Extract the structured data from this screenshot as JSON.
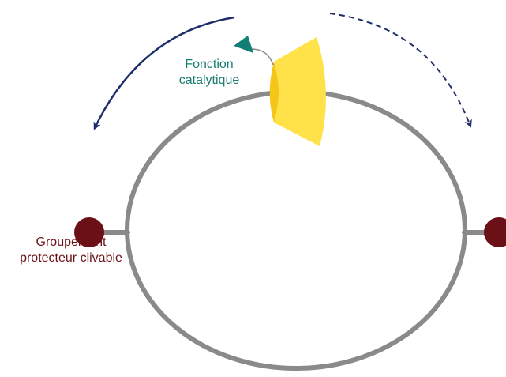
{
  "labels": {
    "catalytic_line1": "Fonction",
    "catalytic_line2": "catalytique",
    "protective_line1": "Groupement",
    "protective_line2": "protecteur clivable"
  },
  "colors": {
    "ring": "#8a8a8a",
    "arrow": "#1f2e6b",
    "catalyst_body": "#ffe24a",
    "catalyst_shade": "#f5c518",
    "catalytic_group": "#117f73",
    "catalytic_text": "#1a7d72",
    "protective_group": "#6b1016",
    "protective_text": "#6b1016"
  }
}
